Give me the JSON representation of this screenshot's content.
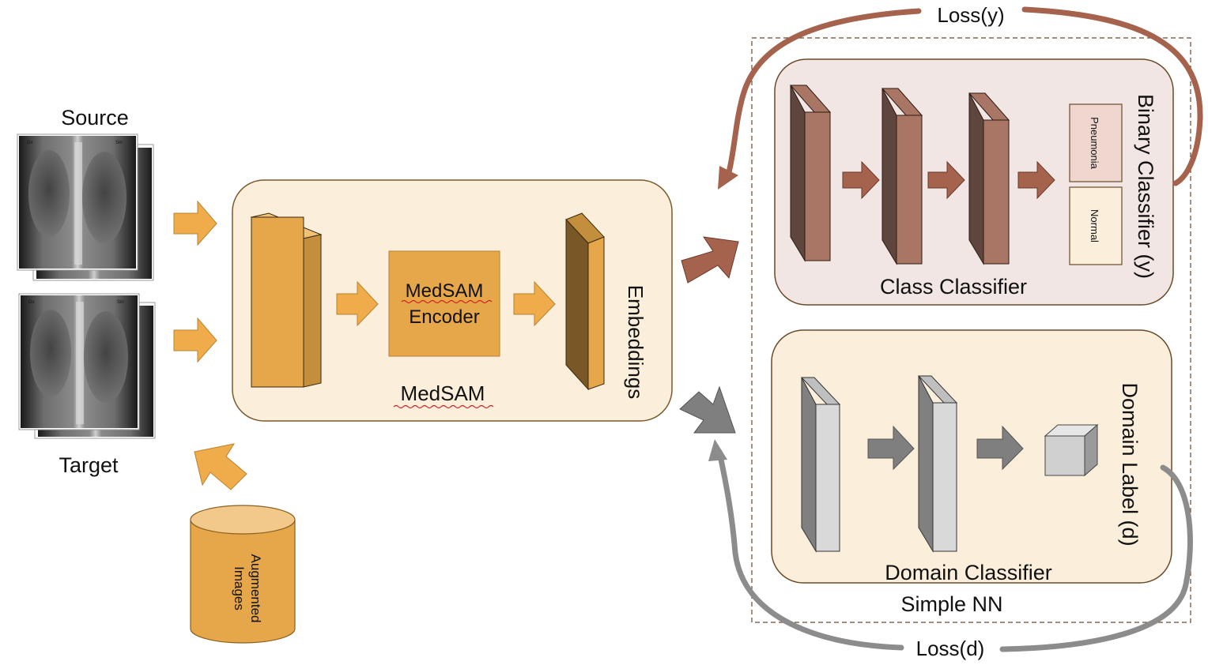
{
  "labels": {
    "source": "Source",
    "target": "Target",
    "medsam_encoder_line1": "MedSAM",
    "medsam_encoder_line2": "Encoder",
    "medsam": "MedSAM",
    "embeddings": "Embeddings",
    "augmented_line1": "Augmented",
    "augmented_line2": "Images",
    "loss_y": "Loss(y)",
    "loss_d": "Loss(d)",
    "class_classifier": "Class Classifier",
    "binary_classifier": "Binary Classifier (y)",
    "pneumonia": "Pneumonia",
    "normal": "Normal",
    "domain_classifier": "Domain Classifier",
    "domain_label": "Domain Label (d)",
    "simple_nn": "Simple NN",
    "xray_marker_left": "Dx",
    "xray_marker_right": "Sin"
  },
  "colors": {
    "orange": "#e6a64a",
    "orange_dark": "#b8822e",
    "orange_bg": "#fbefdc",
    "brown": "#a97564",
    "brown_dark": "#5e463f",
    "brown_bg": "#f1e6e3",
    "gray": "#7f7f7f",
    "gray_light": "#d9d9d9",
    "pneumonia_fill": "#efd6cf",
    "normal_fill": "#fbefdc"
  }
}
